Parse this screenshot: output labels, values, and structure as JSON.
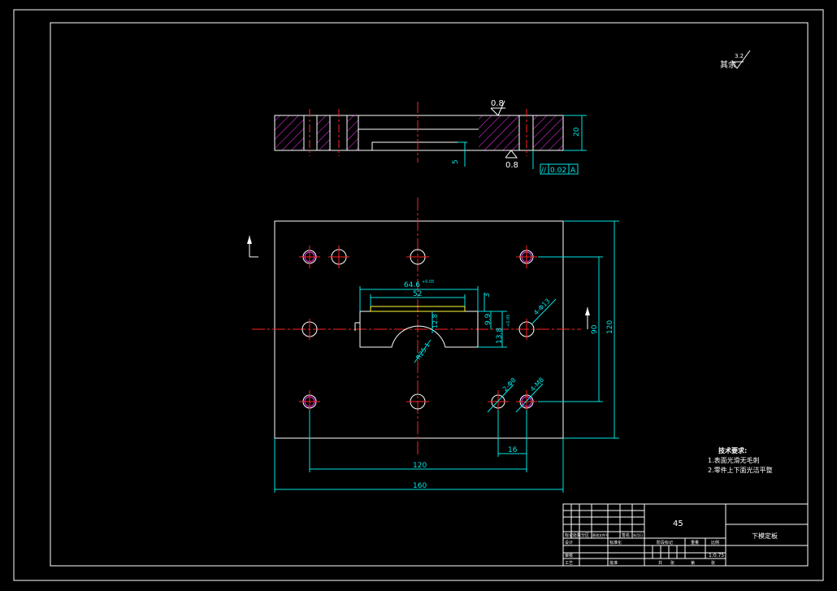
{
  "roughness": {
    "label": "其余",
    "value": "3.2"
  },
  "section_view": {
    "surface_top": "0.8",
    "surface_bottom": "0.8",
    "height_dim": "20",
    "slot_depth_dim": "5",
    "tolerance_symbol": "//",
    "tolerance_value": "0.02",
    "datum": "A"
  },
  "plan_view": {
    "width_overall": "160",
    "hole_spacing_x": "120",
    "offset_16": "16",
    "height_overall": "120",
    "hole_spacing_y": "90",
    "slot_width_outer": "64.6",
    "slot_width_outer_tol": "+0.05",
    "slot_width_inner": "52",
    "slot_step_3": "3",
    "slot_dim_9_9": "9.9",
    "slot_dim_13_8": "13.8",
    "slot_tol_13_8": "+0.05",
    "slot_dim_12_8": "12.8",
    "arc_radius": "R25.1",
    "holes_4_phi13": "4-Φ13",
    "holes_2_phi8": "2-Φ8",
    "holes_4_m8": "4-M8"
  },
  "tech_requirements": {
    "title": "技术要求:",
    "items": [
      "1.表面光滑无毛刺",
      "2.零件上下面光洁平整"
    ]
  },
  "title_block": {
    "material": "45",
    "part_name": "下模定板",
    "scale": "1:0.75",
    "labels": {
      "mark": "标记",
      "count": "处数",
      "zone": "分区",
      "change_no": "更改文件号",
      "sign": "签名",
      "date": "年月日",
      "designer": "设计",
      "standardize": "标准化",
      "review": "审核",
      "process": "工艺",
      "approve": "批准",
      "stage_mark": "阶段标记",
      "weight": "重量",
      "ratio": "比例",
      "sheets_total": "共",
      "sheet_unit": "张",
      "sheet_no": "第"
    }
  },
  "colors": {
    "outline": "#ffffff",
    "center": "#ff2222",
    "dimension": "#00e5e5",
    "hatch": "#ff33ff",
    "hole": "#ff33ff",
    "background": "#000000"
  }
}
